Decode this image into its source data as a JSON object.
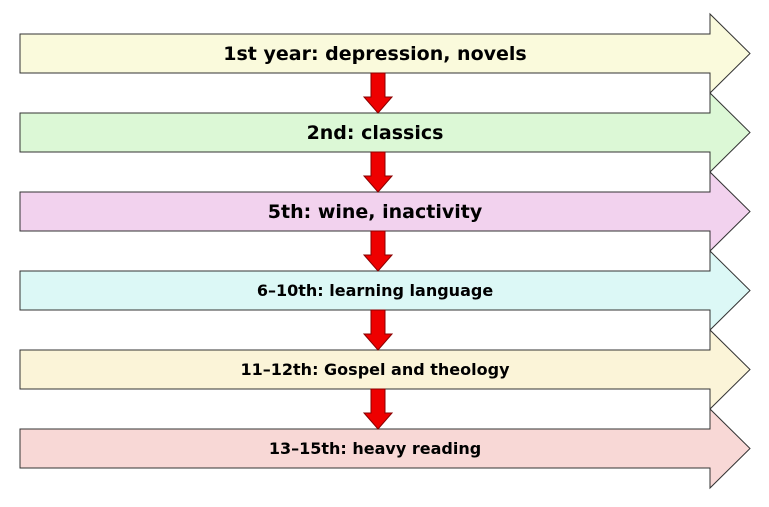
{
  "diagram": {
    "stages": [
      {
        "label": "1st year: depression, novels",
        "color": "#fafadc"
      },
      {
        "label": "2nd: classics",
        "color": "#dcf8d6"
      },
      {
        "label": "5th: wine, inactivity",
        "color": "#f2d2ee"
      },
      {
        "label": "6–10th: learning language",
        "color": "#dcf8f6"
      },
      {
        "label": "11–12th: Gospel and theology",
        "color": "#fbf4d8"
      },
      {
        "label": "13–15th: heavy reading",
        "color": "#f8d8d6"
      }
    ],
    "connector_color": "#ee0000",
    "outline_color": "#333333"
  }
}
